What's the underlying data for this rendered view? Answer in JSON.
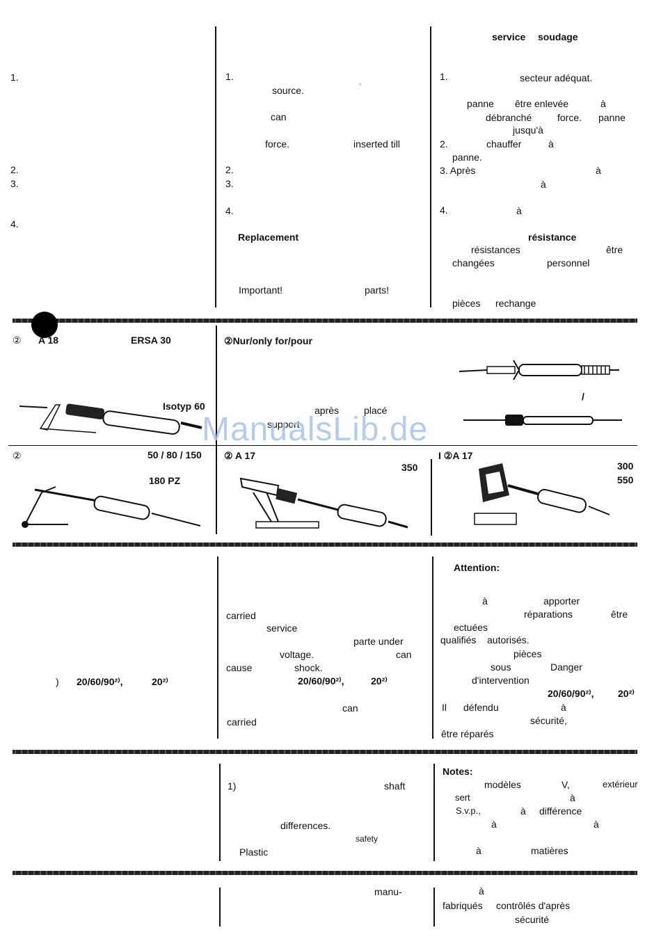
{
  "section1": {
    "col1": {
      "n1": "1.",
      "n2": "2.",
      "n3": "3.",
      "n4": "4."
    },
    "col2": {
      "n1": "1.",
      "source": "source.",
      "tick": "`",
      "can": "can",
      "force": "force.",
      "inserted": "inserted till",
      "n2": "2.",
      "n3": "3.",
      "n4": "4.",
      "replacement": "Replacement",
      "important": "Important!",
      "parts": "parts!"
    },
    "col3": {
      "service": "service",
      "soudage": "soudage",
      "n1": "1.",
      "secteur": "secteur adéquat.",
      "panne1": "panne",
      "etre_enlevee": "être enlevée",
      "a1": "à",
      "debranche": "débranché",
      "force": "force.",
      "panne2": "panne",
      "jusqua": "jusqu'à",
      "n2": "2.",
      "chauffer": "chauffer",
      "a2": "à",
      "panne3": "panne.",
      "n3": "3. Après",
      "a3": "à",
      "a4": "à",
      "n4": "4.",
      "a5": "à",
      "resistance": "résistance",
      "resistances": "résistances",
      "etre": "être",
      "changees": "changées",
      "personnel": "personnel",
      "pieces": "pièces",
      "rechange": "rechange"
    }
  },
  "section2": {
    "a18": "A 18",
    "ersa30": "ERSA 30",
    "isotyp60": "Isotyp 60",
    "nur": "Nur/only for/pour",
    "slash": "/",
    "apres": "après",
    "place": "placé",
    "support": "support"
  },
  "section3": {
    "sizes": "50 / 80 / 150",
    "pz": "180 PZ",
    "a17_mid": "A 17",
    "n350": "350",
    "a17_right": "A 17",
    "n300": "300",
    "n550": "550"
  },
  "section4": {
    "col1": {
      "paren": ")",
      "models": "20/60/90²⁾,",
      "n20": "20²⁾"
    },
    "col2": {
      "carried1": "carried",
      "service": "service",
      "parte": "parte under",
      "voltage": "voltage.",
      "can1": "can",
      "cause": "cause",
      "shock": "shock.",
      "models": "20/60/90²⁾,",
      "n20": "20²⁾",
      "can2": "can",
      "carried2": "carried"
    },
    "col3": {
      "attention": "Attention:",
      "a1": "à",
      "apporter": "apporter",
      "reparations": "réparations",
      "etre": "être",
      "ectuees": "ectuées",
      "qualifies": "qualifiés",
      "autorises": "autorisés.",
      "pieces": "pièces",
      "sous": "sous",
      "danger": "Danger",
      "intervention": "d'intervention",
      "models": "20/60/90²⁾,",
      "n20": "20²⁾",
      "il": "Il",
      "defendu": "défendu",
      "a2": "à",
      "securite": "sécurité,",
      "repares": "être réparés"
    }
  },
  "section5": {
    "col2": {
      "note1": "1)",
      "shaft": "shaft",
      "differences": "differences.",
      "safety": "safety",
      "plastic": "Plastic"
    },
    "col3": {
      "notes": "Notes:",
      "modeles": "modèles",
      "v": "V,",
      "exterieur": "extérieur",
      "sert": "sert",
      "a1": "à",
      "svp": "S.v.p.,",
      "a2": "à",
      "difference": "différence",
      "a3": "à",
      "a4": "à",
      "a5": "à",
      "matieres": "matières"
    }
  },
  "section6": {
    "col2": {
      "manu": "manu-"
    },
    "col3": {
      "a": "à",
      "fabriques": "fabriqués",
      "controles": "contrôlés d'après",
      "securite": "sécurité"
    }
  },
  "watermark": "ManualsLib.de",
  "colors": {
    "ink": "#111111",
    "watermark": "#a9c5ea"
  }
}
